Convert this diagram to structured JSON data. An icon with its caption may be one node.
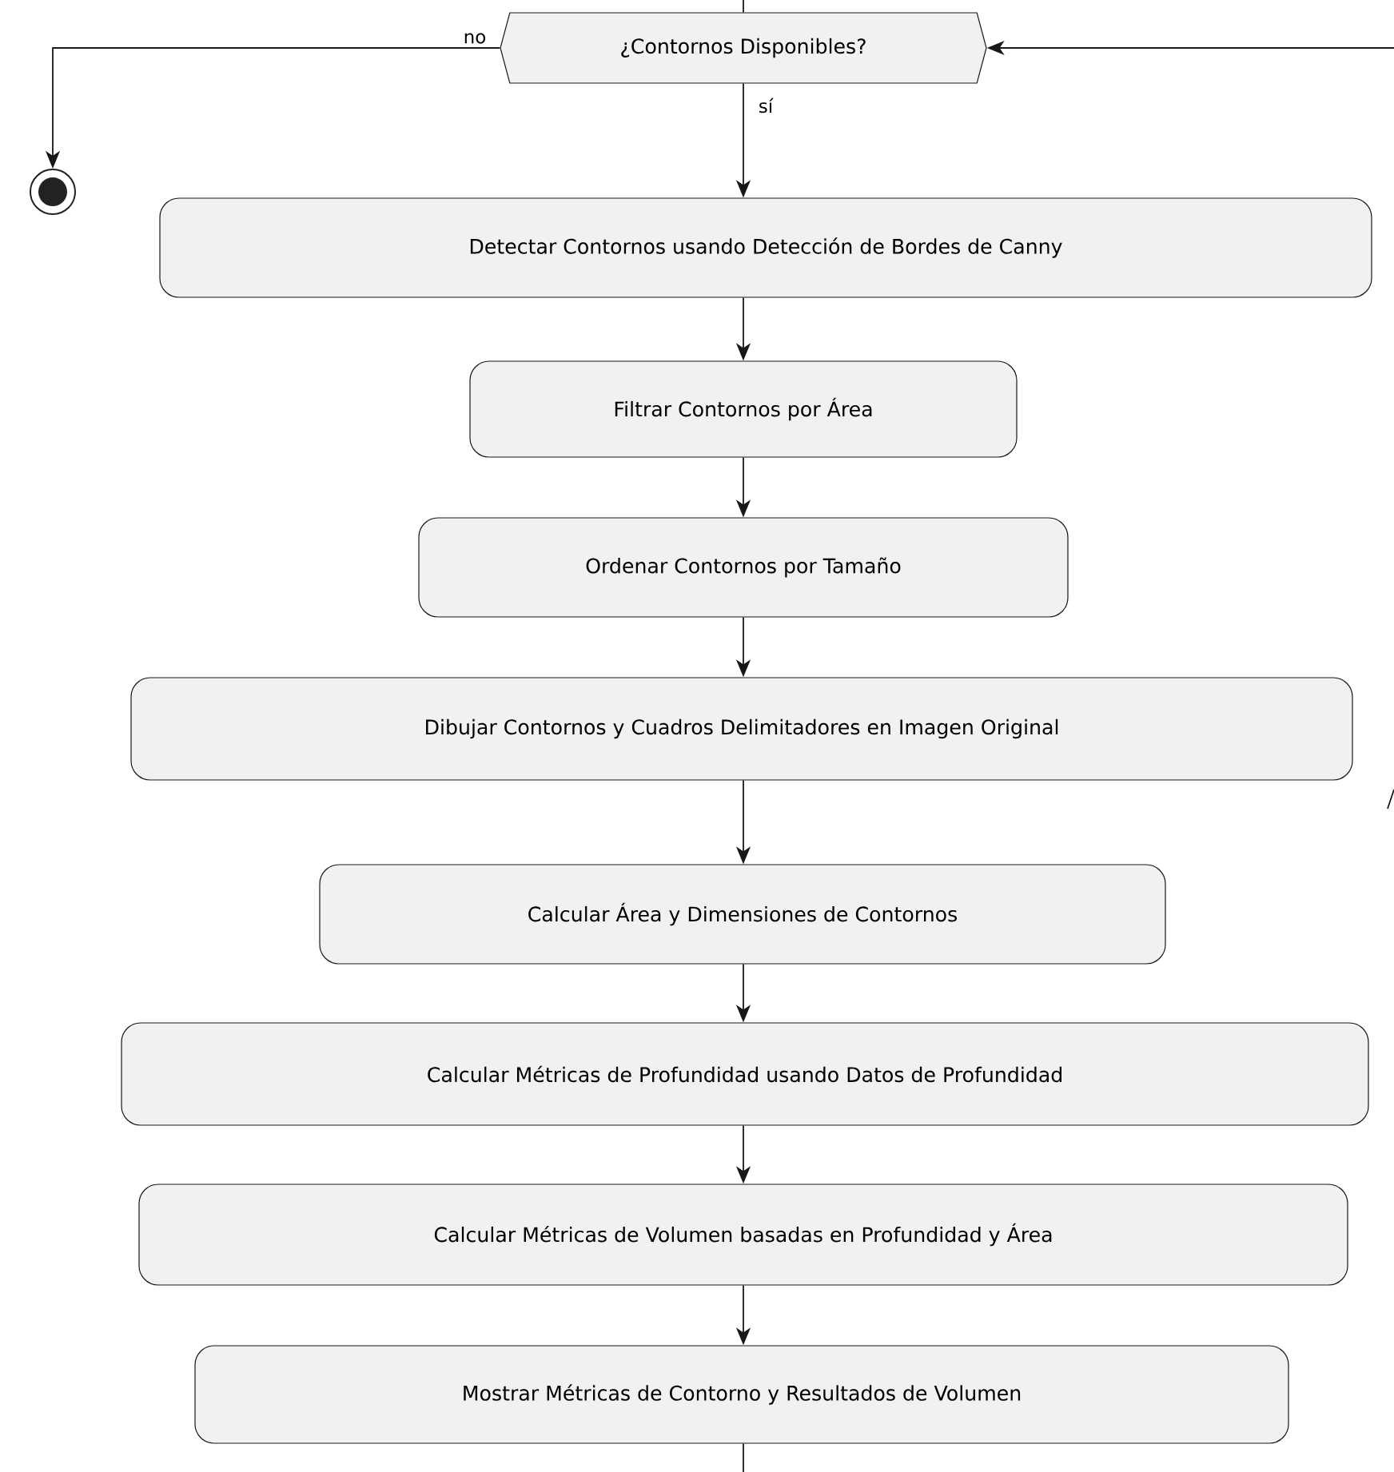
{
  "diagram": {
    "nodes": [
      {
        "text": [
          "¿Contornos Disponibles?"
        ]
      },
      {
        "text": [],
        "shape": "circle"
      },
      {
        "text": [
          "Detectar Contornos usando Detección de Bordes de Canny"
        ]
      },
      {
        "text": [
          "Filtrar Contornos por Área"
        ]
      },
      {
        "text": [
          "Ordenar Contornos por Tamaño"
        ]
      },
      {
        "text": [
          "Dibujar Contornos y Cuadros Delimitadores en Imagen Original"
        ]
      },
      {
        "text": [
          "Calcular Área y Dimensiones de Contornos"
        ]
      },
      {
        "text": [
          "Calcular Métricas de Profundidad usando Datos de Profundidad"
        ]
      },
      {
        "text": [
          "Calcular Métricas de Volumen basadas en Profundidad y Área"
        ]
      },
      {
        "text": [
          "Mostrar Métricas de Contorno y Resultados de Volumen"
        ]
      }
    ],
    "edges": [
      {
        "from": null,
        "to": 0,
        "arrow": "none"
      },
      {
        "from": null,
        "to": 0,
        "arrow": "to"
      },
      {
        "from": 0,
        "to": 1,
        "arrow": "to",
        "label": "no"
      },
      {
        "from": 0,
        "to": 2,
        "arrow": "to",
        "label": "sí"
      },
      {
        "from": 2,
        "to": 3,
        "arrow": "to"
      },
      {
        "from": 3,
        "to": 4,
        "arrow": "to"
      },
      {
        "from": 4,
        "to": 5,
        "arrow": "to"
      },
      {
        "from": 5,
        "to": 6,
        "arrow": "to"
      },
      {
        "from": 6,
        "to": 7,
        "arrow": "to"
      },
      {
        "from": 7,
        "to": 8,
        "arrow": "to"
      },
      {
        "from": 8,
        "to": 9,
        "arrow": "to"
      },
      {
        "from": 9,
        "to": null,
        "arrow": "none"
      }
    ]
  }
}
